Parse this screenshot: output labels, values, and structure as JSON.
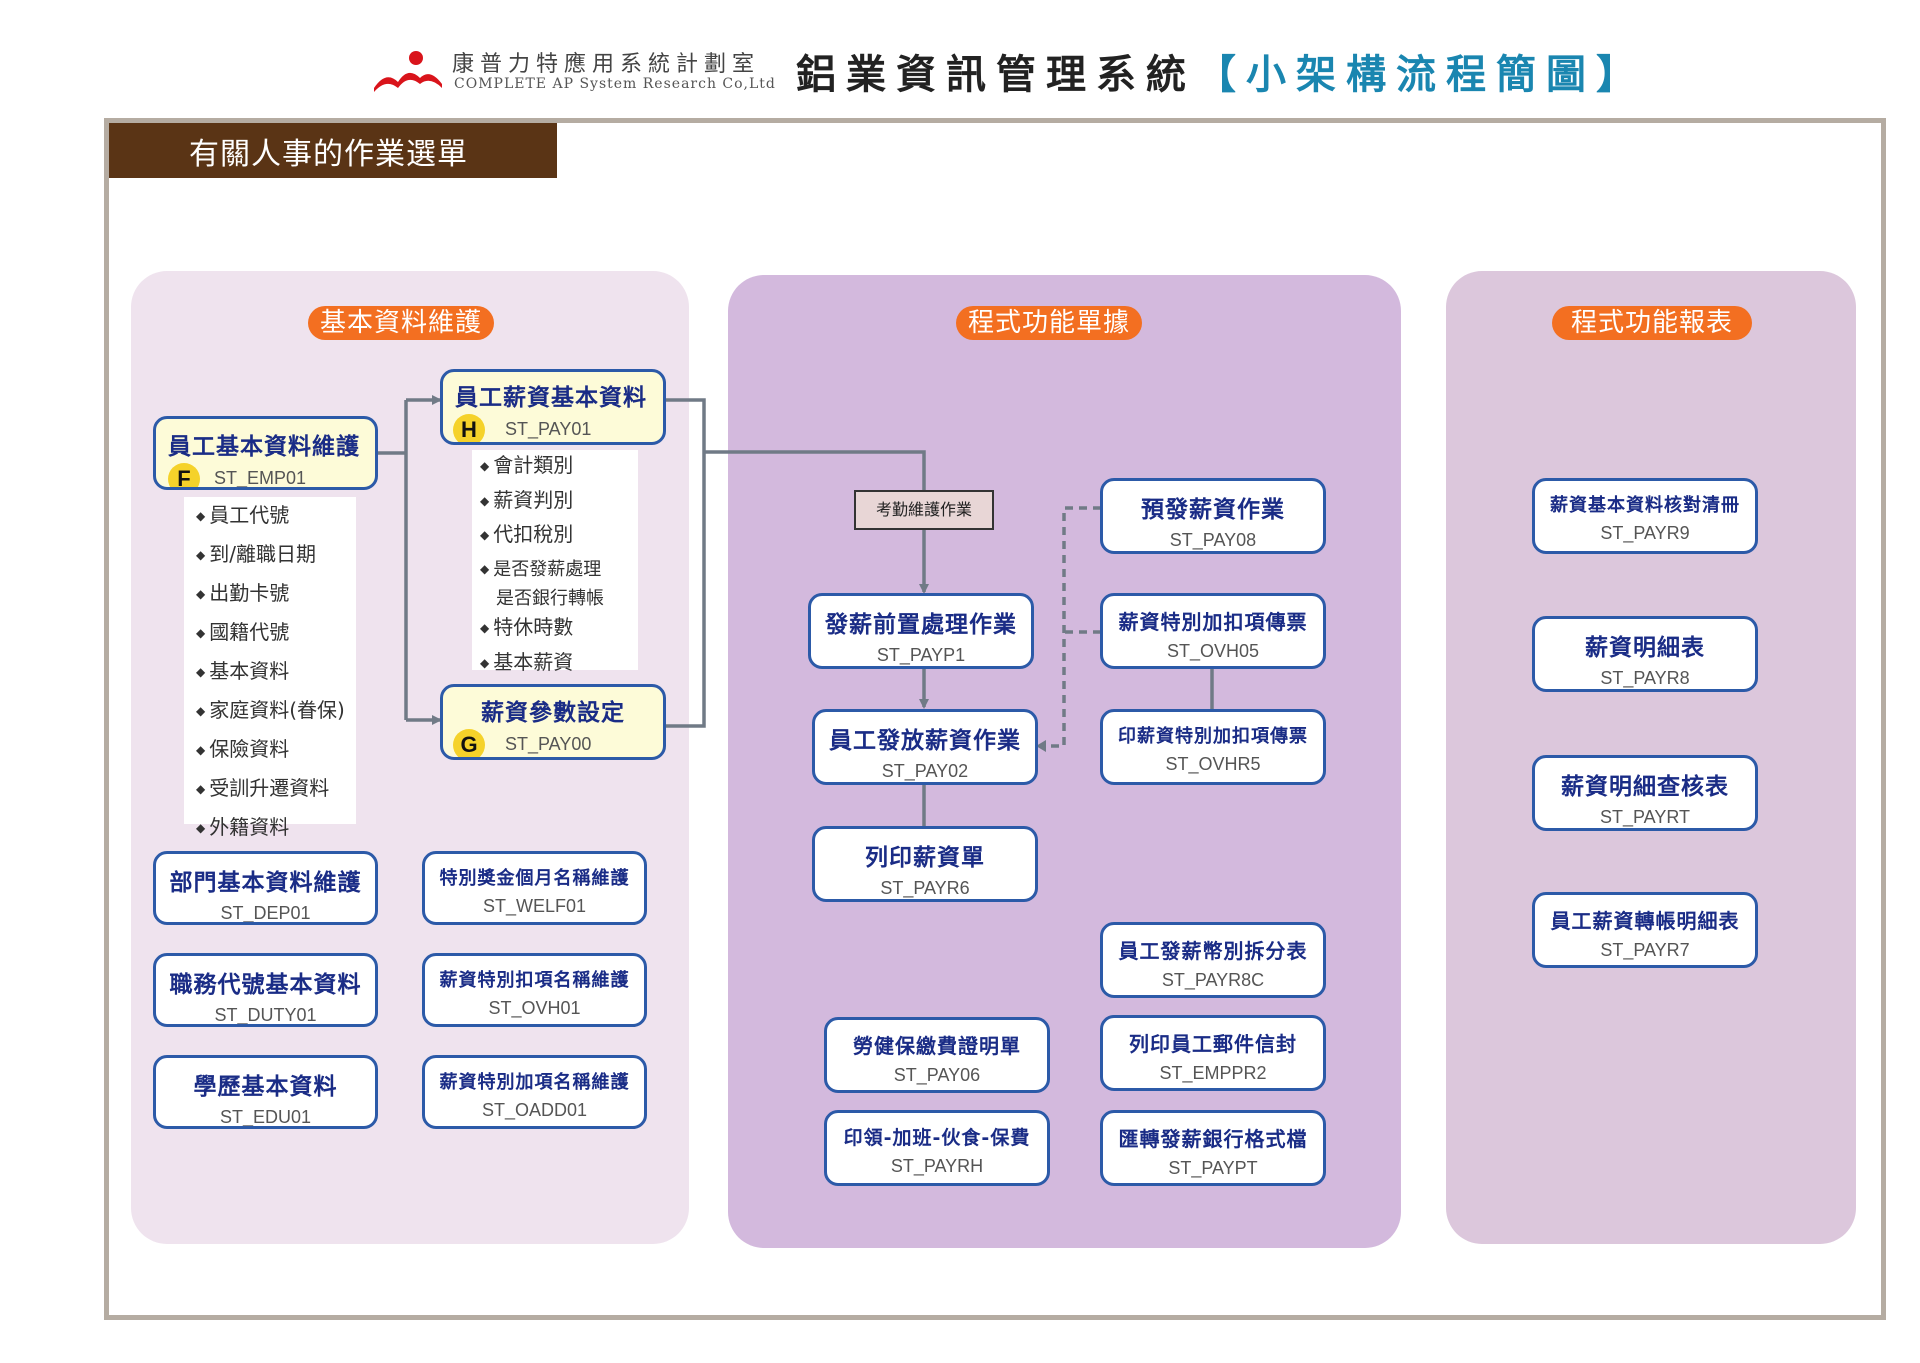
{
  "header": {
    "company_cn": "康普力特應用系統計劃室",
    "company_en": "COMPLETE AP System Research Co,Ltd",
    "system_title": "鋁業資訊管理系統",
    "diagram_subtitle": "【小架構流程簡圖】"
  },
  "menu_title": "有關人事的作業選單",
  "sections": {
    "basic": "基本資料維護",
    "forms": "程式功能單據",
    "reports": "程式功能報表"
  },
  "basic": {
    "emp": {
      "title": "員工基本資料維護",
      "code": "ST_EMP01",
      "badge": "F"
    },
    "emp_fields": [
      "員工代號",
      "到/離職日期",
      "出勤卡號",
      "國籍代號",
      "基本資料",
      "家庭資料(眷保)",
      "保險資料",
      "受訓升遷資料",
      "外籍資料"
    ],
    "pay01": {
      "title": "員工薪資基本資料",
      "code": "ST_PAY01",
      "badge": "H"
    },
    "pay01_fields": [
      "會計類別",
      "薪資判別",
      "代扣稅別",
      "是否發薪處理",
      "是否銀行轉帳",
      "特休時數",
      "基本薪資"
    ],
    "pay00": {
      "title": "薪資參數設定",
      "code": "ST_PAY00",
      "badge": "G"
    },
    "dep": {
      "title": "部門基本資料維護",
      "code": "ST_DEP01"
    },
    "duty": {
      "title": "職務代號基本資料",
      "code": "ST_DUTY01"
    },
    "edu": {
      "title": "學歷基本資料",
      "code": "ST_EDU01"
    },
    "welf": {
      "title": "特別獎金個月名稱維護",
      "code": "ST_WELF01"
    },
    "ovh01": {
      "title": "薪資特別扣項名稱維護",
      "code": "ST_OVH01"
    },
    "oadd": {
      "title": "薪資特別加項名稱維護",
      "code": "ST_OADD01"
    }
  },
  "forms": {
    "attendance_label": "考勤維護作業",
    "payp1": {
      "title": "發薪前置處理作業",
      "code": "ST_PAYP1"
    },
    "pay02": {
      "title": "員工發放薪資作業",
      "code": "ST_PAY02"
    },
    "payr6": {
      "title": "列印薪資單",
      "code": "ST_PAYR6"
    },
    "pay08": {
      "title": "預發薪資作業",
      "code": "ST_PAY08"
    },
    "ovh05": {
      "title": "薪資特別加扣項傳票",
      "code": "ST_OVH05"
    },
    "ovhr5": {
      "title": "印薪資特別加扣項傳票",
      "code": "ST_OVHR5"
    },
    "payr8c": {
      "title": "員工發薪幣別拆分表",
      "code": "ST_PAYR8C"
    },
    "pay06": {
      "title": "勞健保繳費證明單",
      "code": "ST_PAY06"
    },
    "emppr2": {
      "title": "列印員工郵件信封",
      "code": "ST_EMPPR2"
    },
    "payrh": {
      "title": "印領-加班-伙食-保費",
      "code": "ST_PAYRH"
    },
    "paypt": {
      "title": "匯轉發薪銀行格式檔",
      "code": "ST_PAYPT"
    }
  },
  "reports": {
    "payr9": {
      "title": "薪資基本資料核對清冊",
      "code": "ST_PAYR9"
    },
    "payr8": {
      "title": "薪資明細表",
      "code": "ST_PAYR8"
    },
    "payrt": {
      "title": "薪資明細查核表",
      "code": "ST_PAYRT"
    },
    "payr7": {
      "title": "員工薪資轉帳明細表",
      "code": "ST_PAYR7"
    }
  },
  "colors": {
    "accent_orange": "#f36f21",
    "box_border_blue": "#2c5aa8",
    "title_blue": "#1a2c86",
    "menu_brown": "#5a3415",
    "connector_gray": "#707a86"
  }
}
